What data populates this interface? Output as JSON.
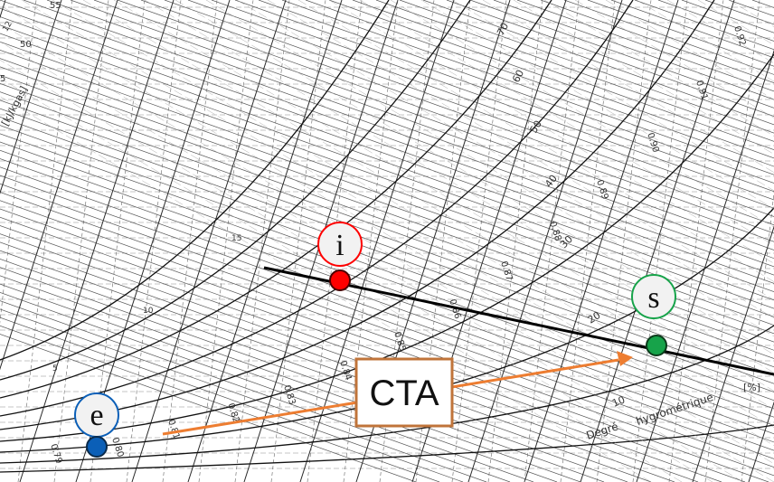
{
  "diagram": {
    "type": "psychrometric-chart",
    "colors": {
      "paper": "#ffffff",
      "grid": "#3a3a3a",
      "curve": "#111111",
      "process_line": "#000000",
      "arrow": "#ed7d31",
      "cta_box_border": "#c0743a",
      "e": "#0b5fb7",
      "i": "#ff0000",
      "s": "#17a34a"
    },
    "scale_labels": {
      "enthalpy_unit": "[kJ/kgas]",
      "enthalpy_55": "55",
      "enthalpy_50": "50",
      "enthalpy_12": "12",
      "enthalpy_5": "5",
      "rh_70": "70",
      "rh_60": "60",
      "rh_50": "50",
      "rh_40": "40",
      "rh_30": "30",
      "rh_20": "20",
      "rh_10": "10",
      "v_092": "0.92",
      "v_091": "0.91",
      "v_090": "0.90",
      "v_089": "0.89",
      "v_088": "0.88",
      "v_087": "0.87",
      "v_086": "0.86",
      "v_085": "0.85",
      "v_084": "0.84",
      "v_083": "0.83",
      "v_082": "0.82",
      "v_081": "0.81",
      "v_080": "0.80",
      "v_079": "0.79",
      "t_15": "15",
      "t_10": "10",
      "t_5": "5",
      "degree_label": "Degré",
      "hygro_label": "hygrométrique",
      "percent_label": "[%]"
    },
    "points": {
      "e": {
        "label": "e"
      },
      "i": {
        "label": "i"
      },
      "s": {
        "label": "s"
      }
    },
    "cta_label": "CTA"
  }
}
